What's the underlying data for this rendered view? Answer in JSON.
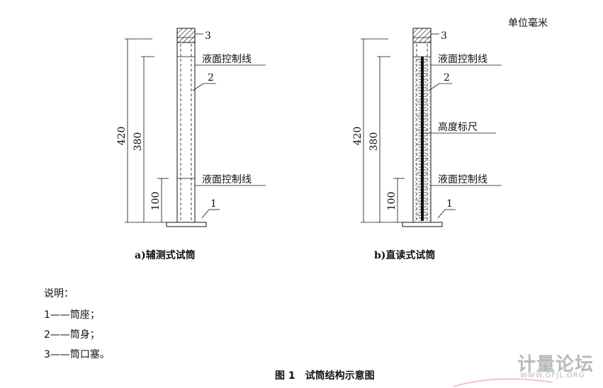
{
  "unit_label": "单位毫米",
  "diagram": {
    "dimensions": {
      "total": "420",
      "control": "380",
      "bottom": "100"
    },
    "part_numbers": {
      "base": "1",
      "body": "2",
      "stopper": "3"
    },
    "labels": {
      "control_line": "液面控制线",
      "height_ruler": "高度标尺"
    },
    "captions": {
      "a": "a)辅测式试筒",
      "b": "b)直读式试筒"
    }
  },
  "notes": {
    "heading": "说明：",
    "items": [
      "1——筒座；",
      "2——筒身；",
      "3——筒口塞。"
    ]
  },
  "figure_title": "图 1　试筒结构示意图",
  "watermark": {
    "text": "计量论坛",
    "url": "WWW.GFJL.ORG"
  }
}
